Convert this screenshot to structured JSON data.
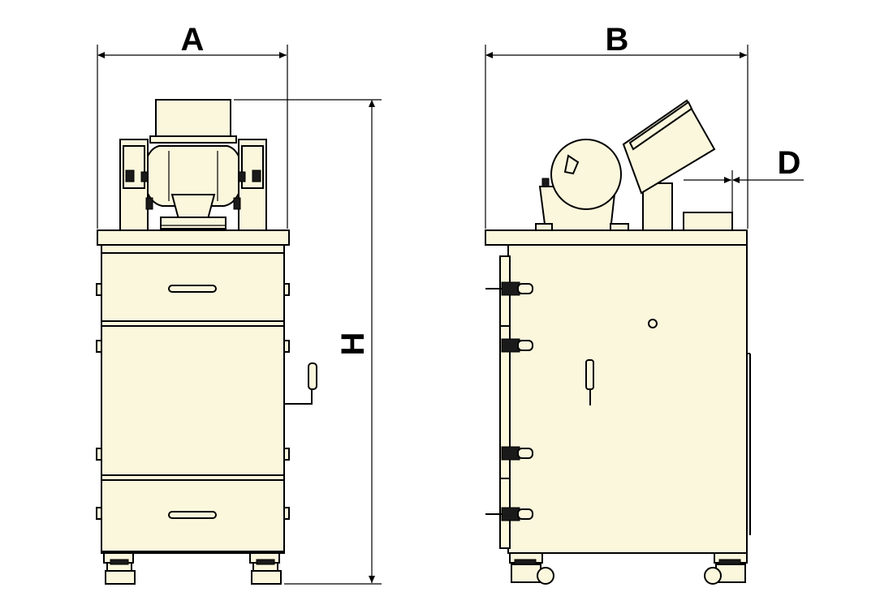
{
  "dimensions": {
    "a_label": "A",
    "b_label": "B",
    "d_label": "D",
    "h_label": "H"
  },
  "colors": {
    "cabinet_fill": "#fbf7dd",
    "line": "#000000"
  }
}
